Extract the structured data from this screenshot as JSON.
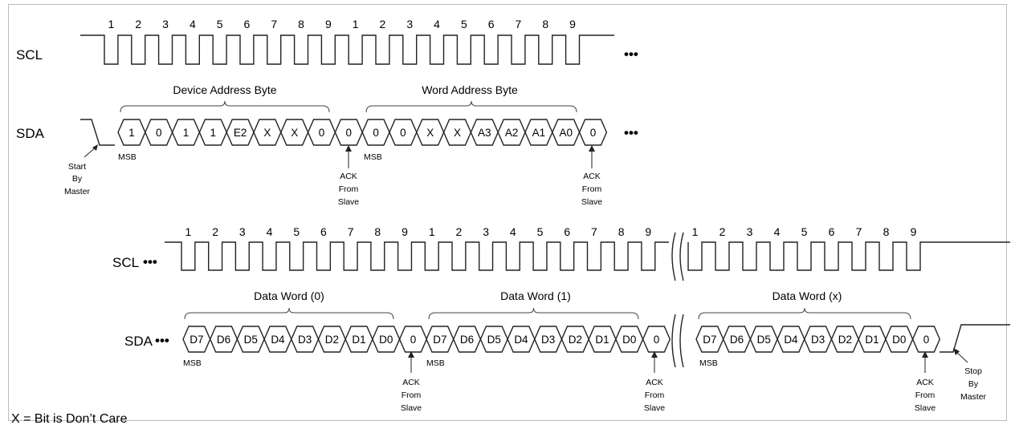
{
  "signals": {
    "scl": "SCL",
    "sda": "SDA"
  },
  "ellipsis": "•••",
  "clock_numbers": [
    "1",
    "2",
    "3",
    "4",
    "5",
    "6",
    "7",
    "8",
    "9"
  ],
  "row1": {
    "groups": [
      "Device Address Byte",
      "Word Address Byte"
    ],
    "cells": [
      "1",
      "0",
      "1",
      "1",
      "E2",
      "X",
      "X",
      "0",
      "0",
      "0",
      "0",
      "X",
      "X",
      "A3",
      "A2",
      "A1",
      "A0",
      "0"
    ]
  },
  "row2": {
    "groups": [
      "Data Word (0)",
      "Data Word (1)",
      "Data Word (x)"
    ],
    "data_cells": [
      "D7",
      "D6",
      "D5",
      "D4",
      "D3",
      "D2",
      "D1",
      "D0"
    ],
    "ack_cell": "0"
  },
  "annotations": {
    "msb": "MSB",
    "start": [
      "Start",
      "By",
      "Master"
    ],
    "ack": [
      "ACK",
      "From",
      "Slave"
    ],
    "stop": [
      "Stop",
      "By",
      "Master"
    ]
  },
  "footnote": "X = Bit is Don’t Care"
}
